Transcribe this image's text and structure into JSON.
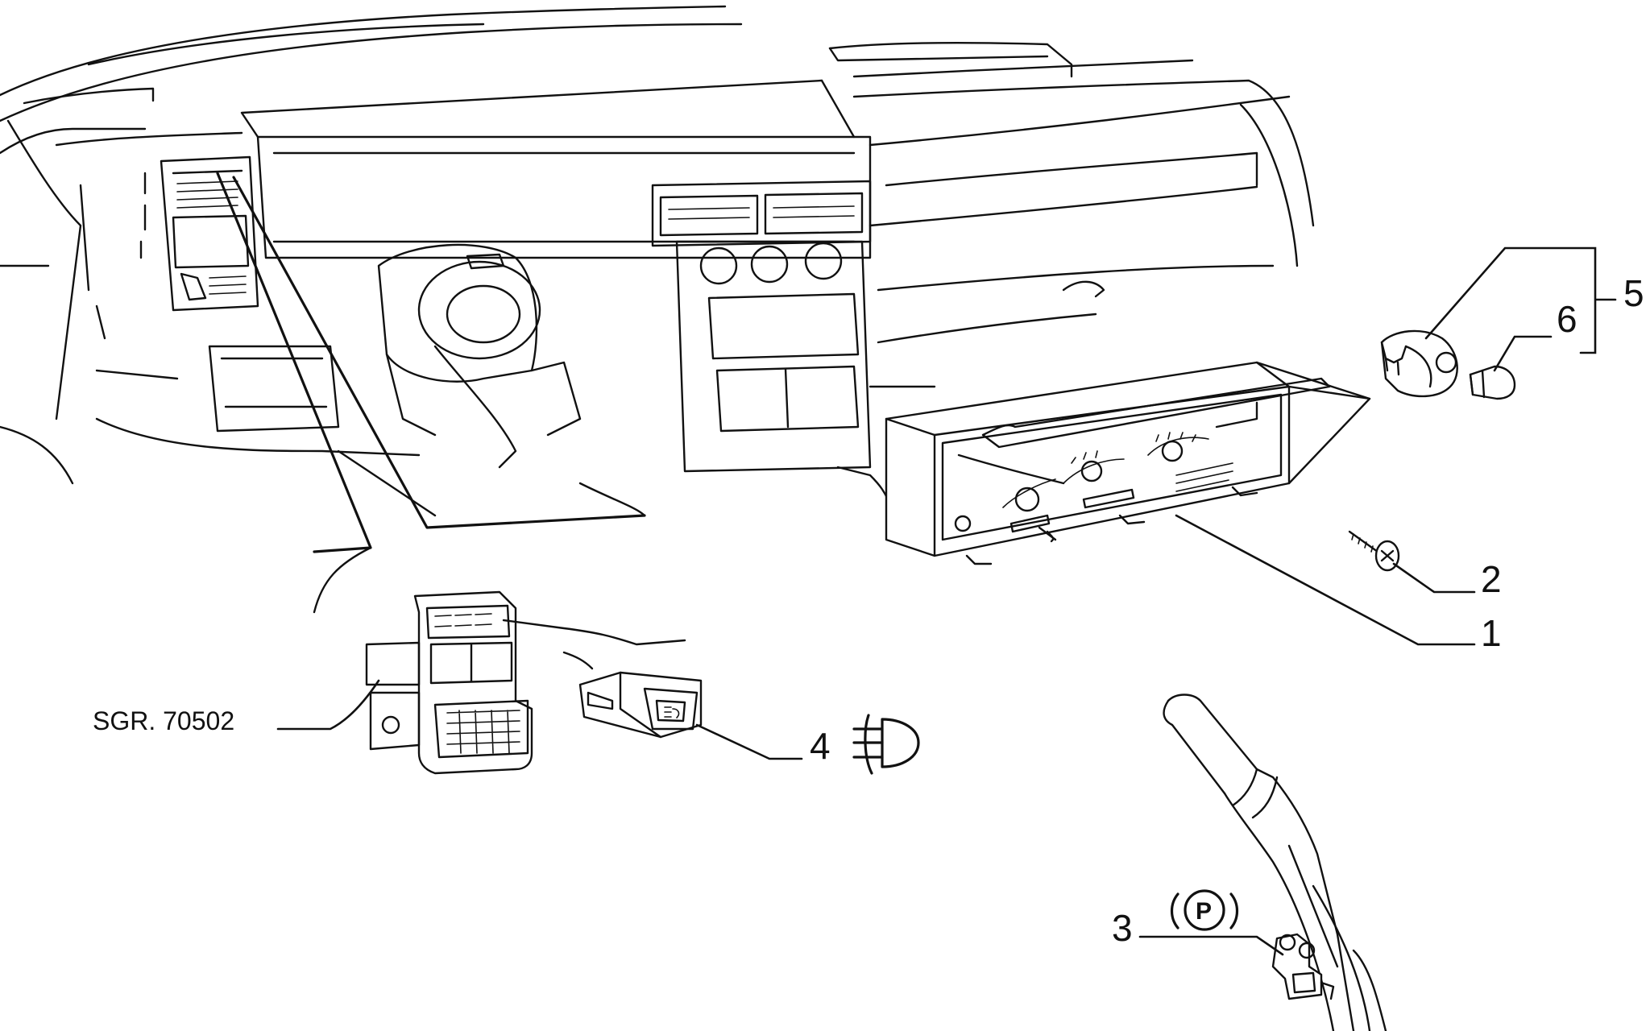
{
  "callouts": {
    "c1": "1",
    "c2": "2",
    "c3": "3",
    "c4": "4",
    "c5": "5",
    "c6": "6"
  },
  "reference": "SGR. 70502",
  "symbols": {
    "parking": "P",
    "parking_icon": "parking-brake-warning-icon",
    "fog_icon": "rear-fog-light-icon"
  }
}
